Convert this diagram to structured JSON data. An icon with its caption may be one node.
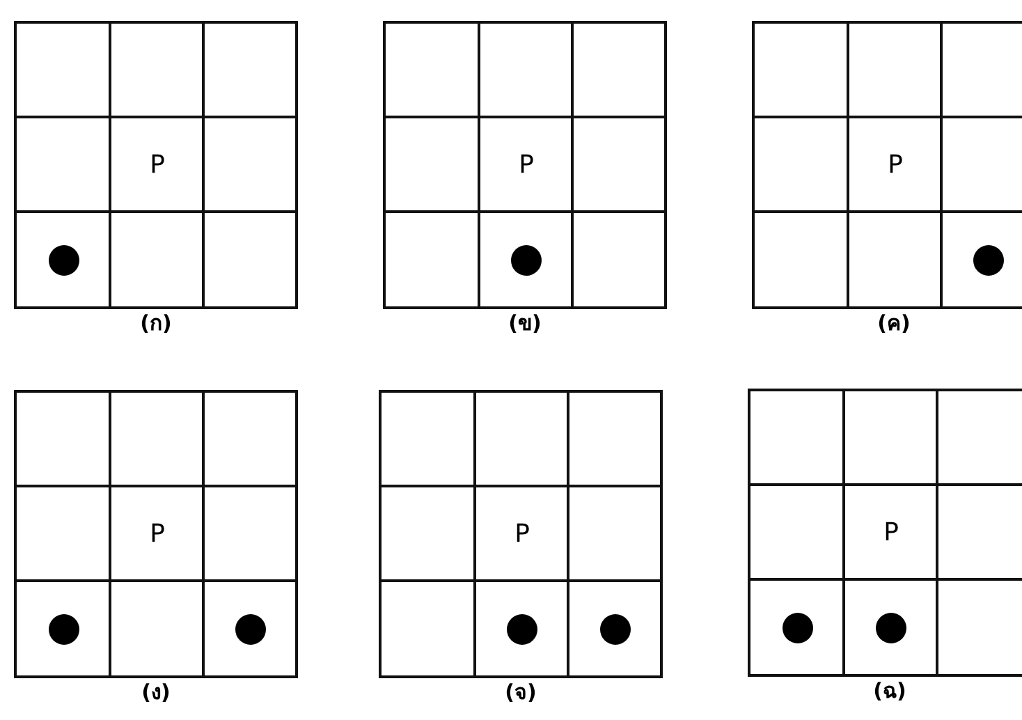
{
  "diagram": {
    "nodes": [
      {
        "text": [
          "(ก)"
        ]
      },
      {
        "text": [
          "P"
        ],
        "in": 0
      },
      {
        "text": [],
        "shape": "circle",
        "in": 0
      },
      {
        "text": [
          "(ข)"
        ]
      },
      {
        "text": [
          "P"
        ],
        "in": 3
      },
      {
        "text": [],
        "shape": "circle",
        "in": 3
      },
      {
        "text": [
          "(ค)"
        ]
      },
      {
        "text": [
          "P"
        ],
        "in": 6
      },
      {
        "text": [],
        "shape": "circle",
        "in": 6
      },
      {
        "text": [
          "(ง)"
        ]
      },
      {
        "text": [
          "P"
        ],
        "in": 9
      },
      {
        "text": [],
        "shape": "circle",
        "in": 9
      },
      {
        "text": [],
        "shape": "circle",
        "in": 9
      },
      {
        "text": [
          "(จ)"
        ]
      },
      {
        "text": [
          "P"
        ],
        "in": 13
      },
      {
        "text": [],
        "shape": "circle",
        "in": 13
      },
      {
        "text": [],
        "shape": "circle",
        "in": 13
      },
      {
        "text": [
          "(ฉ)"
        ]
      },
      {
        "text": [
          "P"
        ],
        "in": 17
      },
      {
        "text": [],
        "shape": "circle",
        "in": 17
      },
      {
        "text": [],
        "shape": "circle",
        "in": 17
      }
    ]
  }
}
